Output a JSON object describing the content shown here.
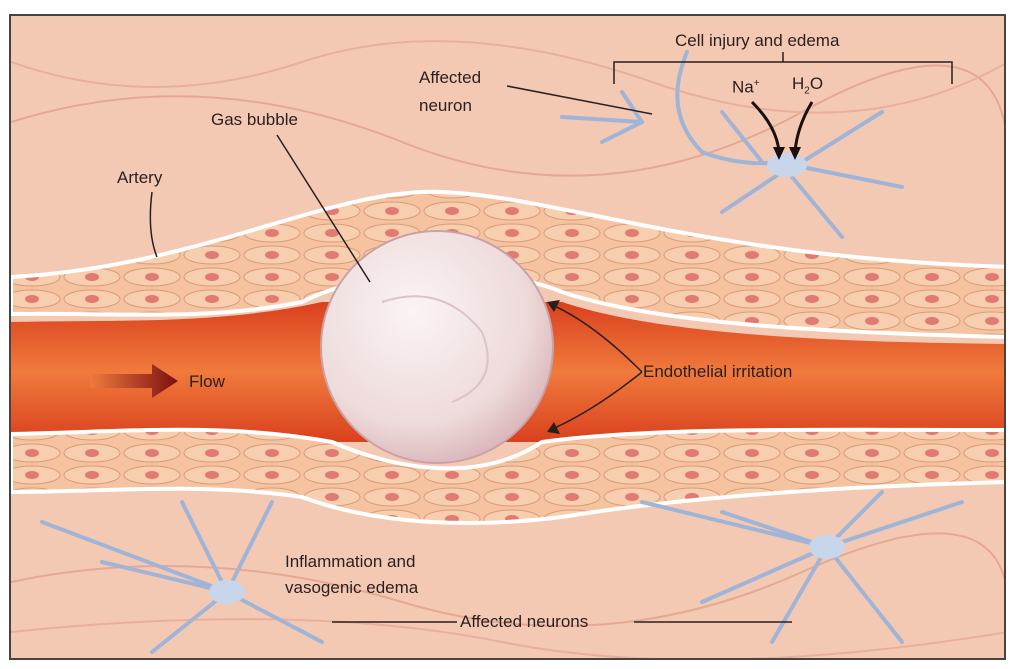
{
  "labels": {
    "cell_injury": "Cell injury and edema",
    "na": "Na",
    "na_sup": "+",
    "h2o_h": "H",
    "h2o_sub": "2",
    "h2o_o": "O",
    "affected_neuron_1": "Affected",
    "affected_neuron_2": "neuron",
    "gas_bubble": "Gas bubble",
    "artery": "Artery",
    "flow": "Flow",
    "endothelial": "Endothelial irritation",
    "inflammation_1": "Inflammation and",
    "inflammation_2": "vasogenic edema",
    "affected_neurons": "Affected neurons"
  },
  "colors": {
    "tissue": "#f4c9b4",
    "lumen": "#e8542a",
    "wall": "#f2b48f",
    "neuron": "#9fb4d6",
    "arrow": "#8b1a1a"
  }
}
